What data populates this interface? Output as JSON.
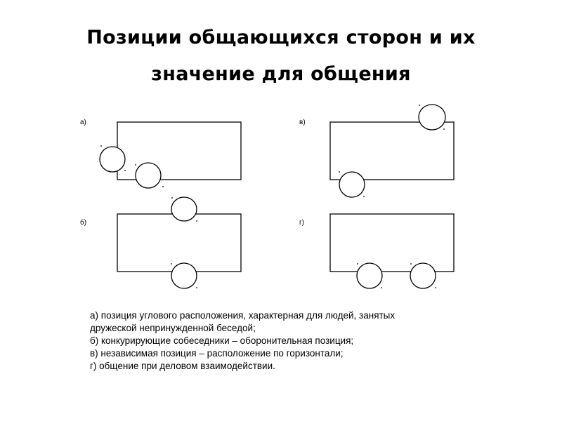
{
  "title": {
    "line1": "Позиции общающихся сторон и их",
    "line2": "значение для общения"
  },
  "panels": [
    {
      "id": "a",
      "label": "а)"
    },
    {
      "id": "v",
      "label": "в)"
    },
    {
      "id": "b",
      "label": "б)"
    },
    {
      "id": "g",
      "label": "г)"
    }
  ],
  "legend": [
    "а) позиция углового расположения, характерная для людей, занятых",
    "дружеской непринужденной беседой;",
    "б) конкурирующие собеседники – оборонительная позиция;",
    "в) независимая позиция – расположение по горизонтали;",
    "г) общение при деловом взаимодействии."
  ]
}
